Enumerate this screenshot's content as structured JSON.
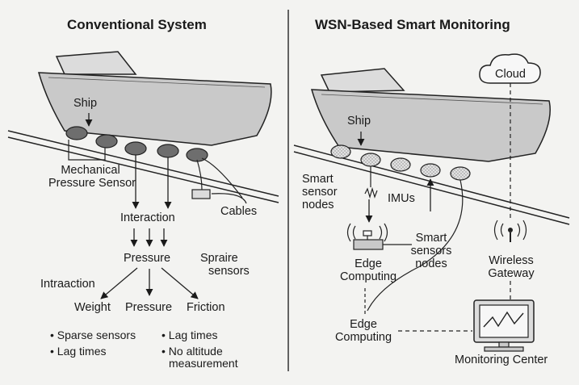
{
  "left": {
    "title": "Conventional System",
    "ship_label": "Ship",
    "sensor_label": [
      "Mechanical",
      "Pressure Sensor"
    ],
    "cables_label": "Cables",
    "interaction_label": "Interaction",
    "pressure_label": "Pressure",
    "spraire_label": [
      "Spraire",
      "sensors"
    ],
    "intraaction_label": "Intraaction",
    "outputs": [
      "Weight",
      "Pressure",
      "Friction"
    ],
    "bullets_col1": [
      "Sparse sensors",
      "Lag times"
    ],
    "bullets_col2": [
      "Lag times",
      "No altitude",
      "measurement"
    ]
  },
  "right": {
    "title": "WSN-Based Smart Monitoring",
    "cloud_label": "Cloud",
    "ship_label": "Ship",
    "smart_nodes_label": [
      "Smart",
      "sensor",
      "nodes"
    ],
    "imus_label": "IMUs",
    "smart_nodes2_label": [
      "Smart",
      "sensors",
      "nodes"
    ],
    "edge_label": [
      "Edge",
      "Computing"
    ],
    "edge_label2": [
      "Edge",
      "Computing"
    ],
    "gateway_label": [
      "Wireless",
      "Gateway"
    ],
    "monitor_label": "Monitoring Center"
  },
  "colors": {
    "ink": "#1a1a1a",
    "hull": "#c9c9c9",
    "sensor": "#6e6e6e",
    "background": "#f3f3f1"
  }
}
